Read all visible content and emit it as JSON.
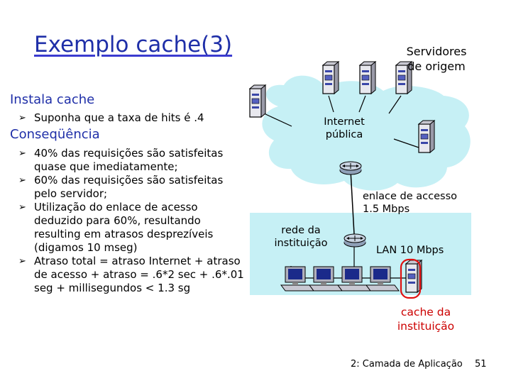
{
  "slide": {
    "title": "Exemplo cache(3)",
    "section1": "Instala cache",
    "bullets1": [
      "Suponha que a taxa de hits é .4"
    ],
    "section2": "Conseqüência",
    "bullets2": [
      "40% das requisições são satisfeitas quase que imediatamente;",
      "60% das requisições são satisfeitas pelo servidor;",
      "Utilização do enlace de acesso deduzido para 60%, resultando resulting em atrasos desprezíveis (digamos 10 mseg)",
      "Atraso total   = atraso Internet + atraso de acesso + atraso = .6*2 sec + .6*.01 seg + millisegundos < 1.3 sg"
    ]
  },
  "diagram": {
    "servers_label_line1": "Servidores",
    "servers_label_line2": "de origem",
    "internet_label_line1": "Internet",
    "internet_label_line2": "pública",
    "access_link_line1": "enlace de accesso",
    "access_link_line2": "1.5 Mbps",
    "institution_net_line1": "rede da",
    "institution_net_line2": "instituição",
    "lan_label": "LAN 10 Mbps",
    "cache_label_line1": "cache da",
    "cache_label_line2": "instituição"
  },
  "footer": {
    "chapter": "2: Camada de Aplicação",
    "page": "51"
  },
  "colors": {
    "title": "#1f2fa8",
    "cloud": "#c6f0f5",
    "cache_highlight": "#e01010",
    "cache_label": "#cc0000"
  }
}
